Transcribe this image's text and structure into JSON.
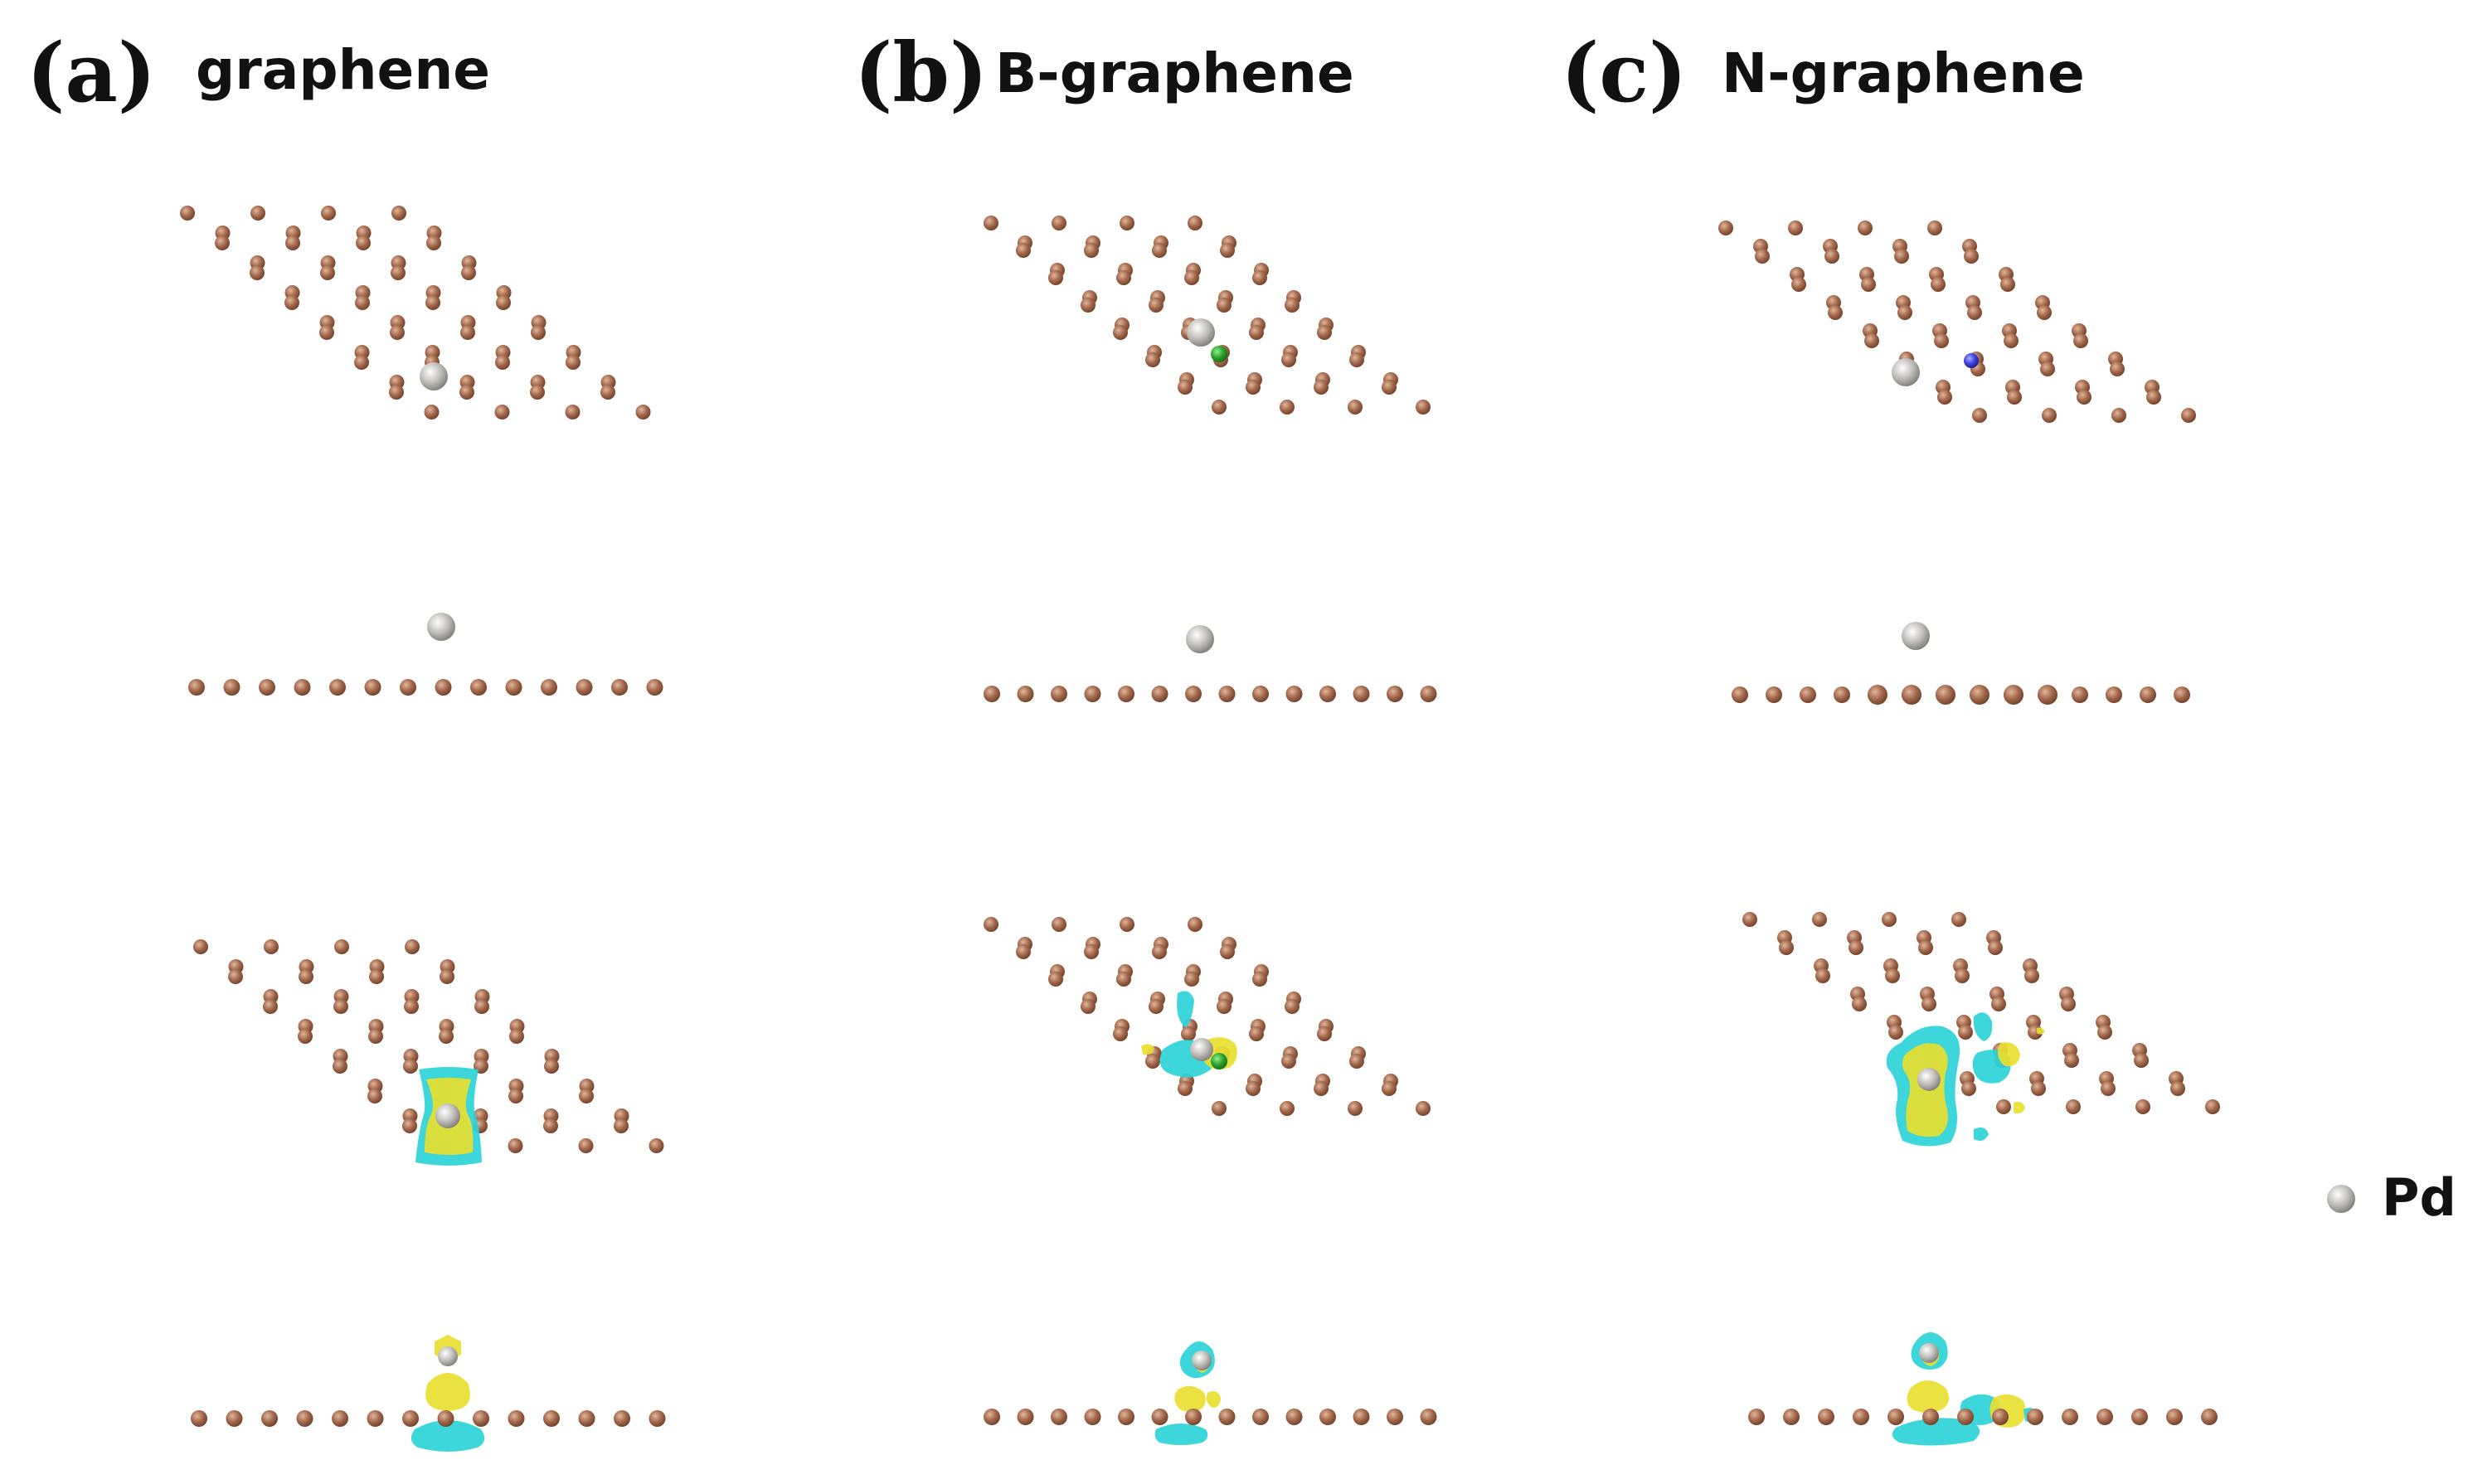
{
  "panels": [
    {
      "id": "a",
      "letter": "(a)",
      "name": "graphene",
      "dopant": null
    },
    {
      "id": "b",
      "letter": "(b)",
      "name": "B-graphene",
      "dopant": "B"
    },
    {
      "id": "c",
      "letter": "(c)",
      "name": "N-graphene",
      "dopant": "N"
    }
  ],
  "legend": {
    "label": "Pd"
  },
  "colors": {
    "carbon": "#a0664a",
    "carbon_dark": "#6e3f28",
    "pd": "#bdbcb7",
    "boron_dopant": "#2ca02c",
    "nitrogen_dopant": "#3b3fe0",
    "charge_accumulation": "#e8e030",
    "charge_depletion": "#2cd3d8"
  }
}
